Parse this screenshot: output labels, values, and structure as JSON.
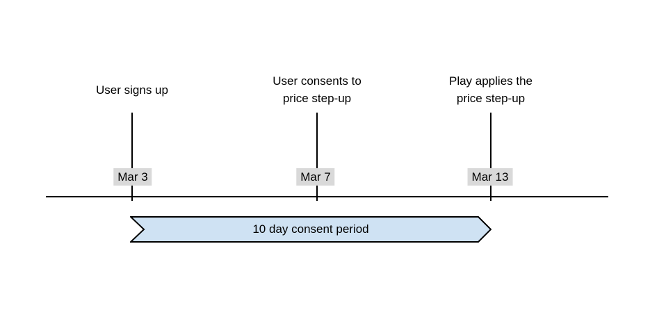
{
  "diagram": {
    "title_semantic": "price step-up consent timeline",
    "events": [
      {
        "label": "User signs up",
        "date": "Mar 3"
      },
      {
        "label": "User consents to\nprice step-up",
        "date": "Mar 7"
      },
      {
        "label": "Play applies the\nprice step-up",
        "date": "Mar 13"
      }
    ],
    "banner": {
      "label": "10 day consent period"
    },
    "colors": {
      "banner_fill": "#cfe2f3",
      "banner_stroke": "#000000",
      "date_chip_bg": "#d9d9d9",
      "line": "#000000",
      "text": "#000000",
      "background": "#ffffff"
    }
  }
}
